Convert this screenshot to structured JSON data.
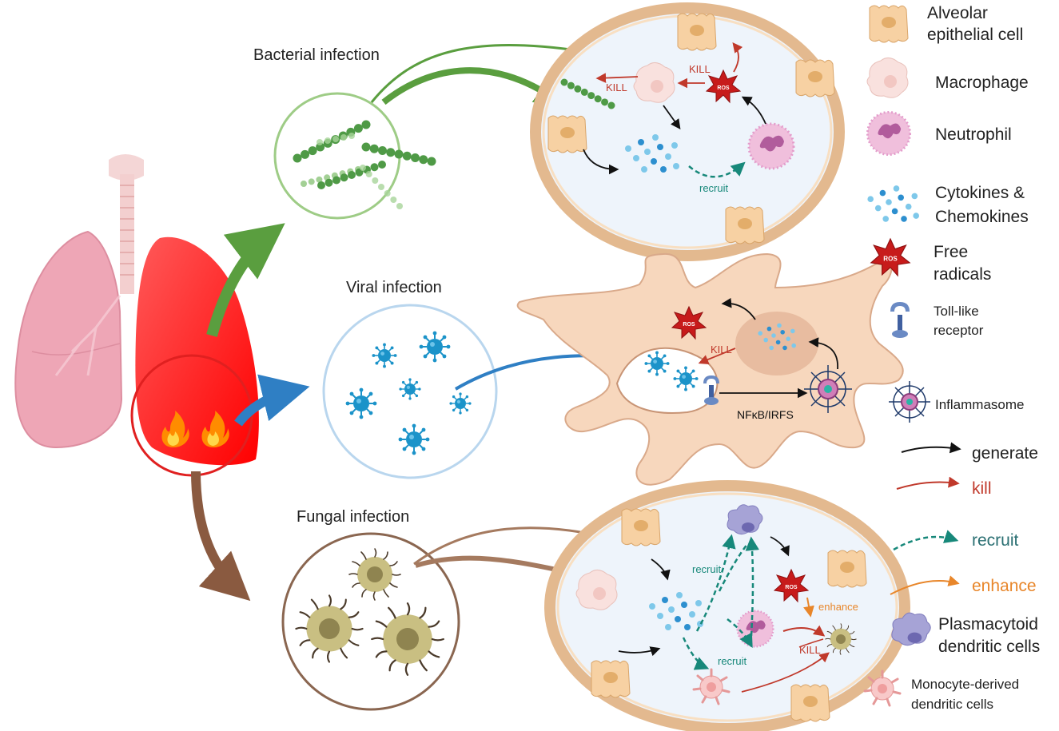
{
  "sections": {
    "bacterial": "Bacterial infection",
    "viral": "Viral infection",
    "fungal": "Fungal infection"
  },
  "annotations": {
    "kill": "KILL",
    "ros": "ROS",
    "recruit": "recruit",
    "enhance": "enhance",
    "nfkb": "NFκB/IRFS"
  },
  "legend": {
    "alveolar": [
      "Alveolar",
      "epithelial cell"
    ],
    "macrophage": "Macrophage",
    "neutrophil": "Neutrophil",
    "cytokines": [
      "Cytokines &",
      "Chemokines"
    ],
    "free_radicals": [
      "Free",
      "radicals"
    ],
    "toll": [
      "Toll-like",
      "receptor"
    ],
    "inflammasome": "Inflammasome",
    "generate": "generate",
    "kill": "kill",
    "recruit": "recruit",
    "enhance": "enhance",
    "pdc": [
      "Plasmacytoid",
      "dendritic cells"
    ],
    "modc": [
      "Monocyte-derived",
      "dendritic cells"
    ]
  },
  "colors": {
    "bacterial": "#5a9e3f",
    "viral": "#2f7fc4",
    "fungal": "#8a5a40",
    "kill": "#c0392b",
    "recruit": "#17887a",
    "enhance": "#e8862a",
    "generate": "#111111"
  }
}
